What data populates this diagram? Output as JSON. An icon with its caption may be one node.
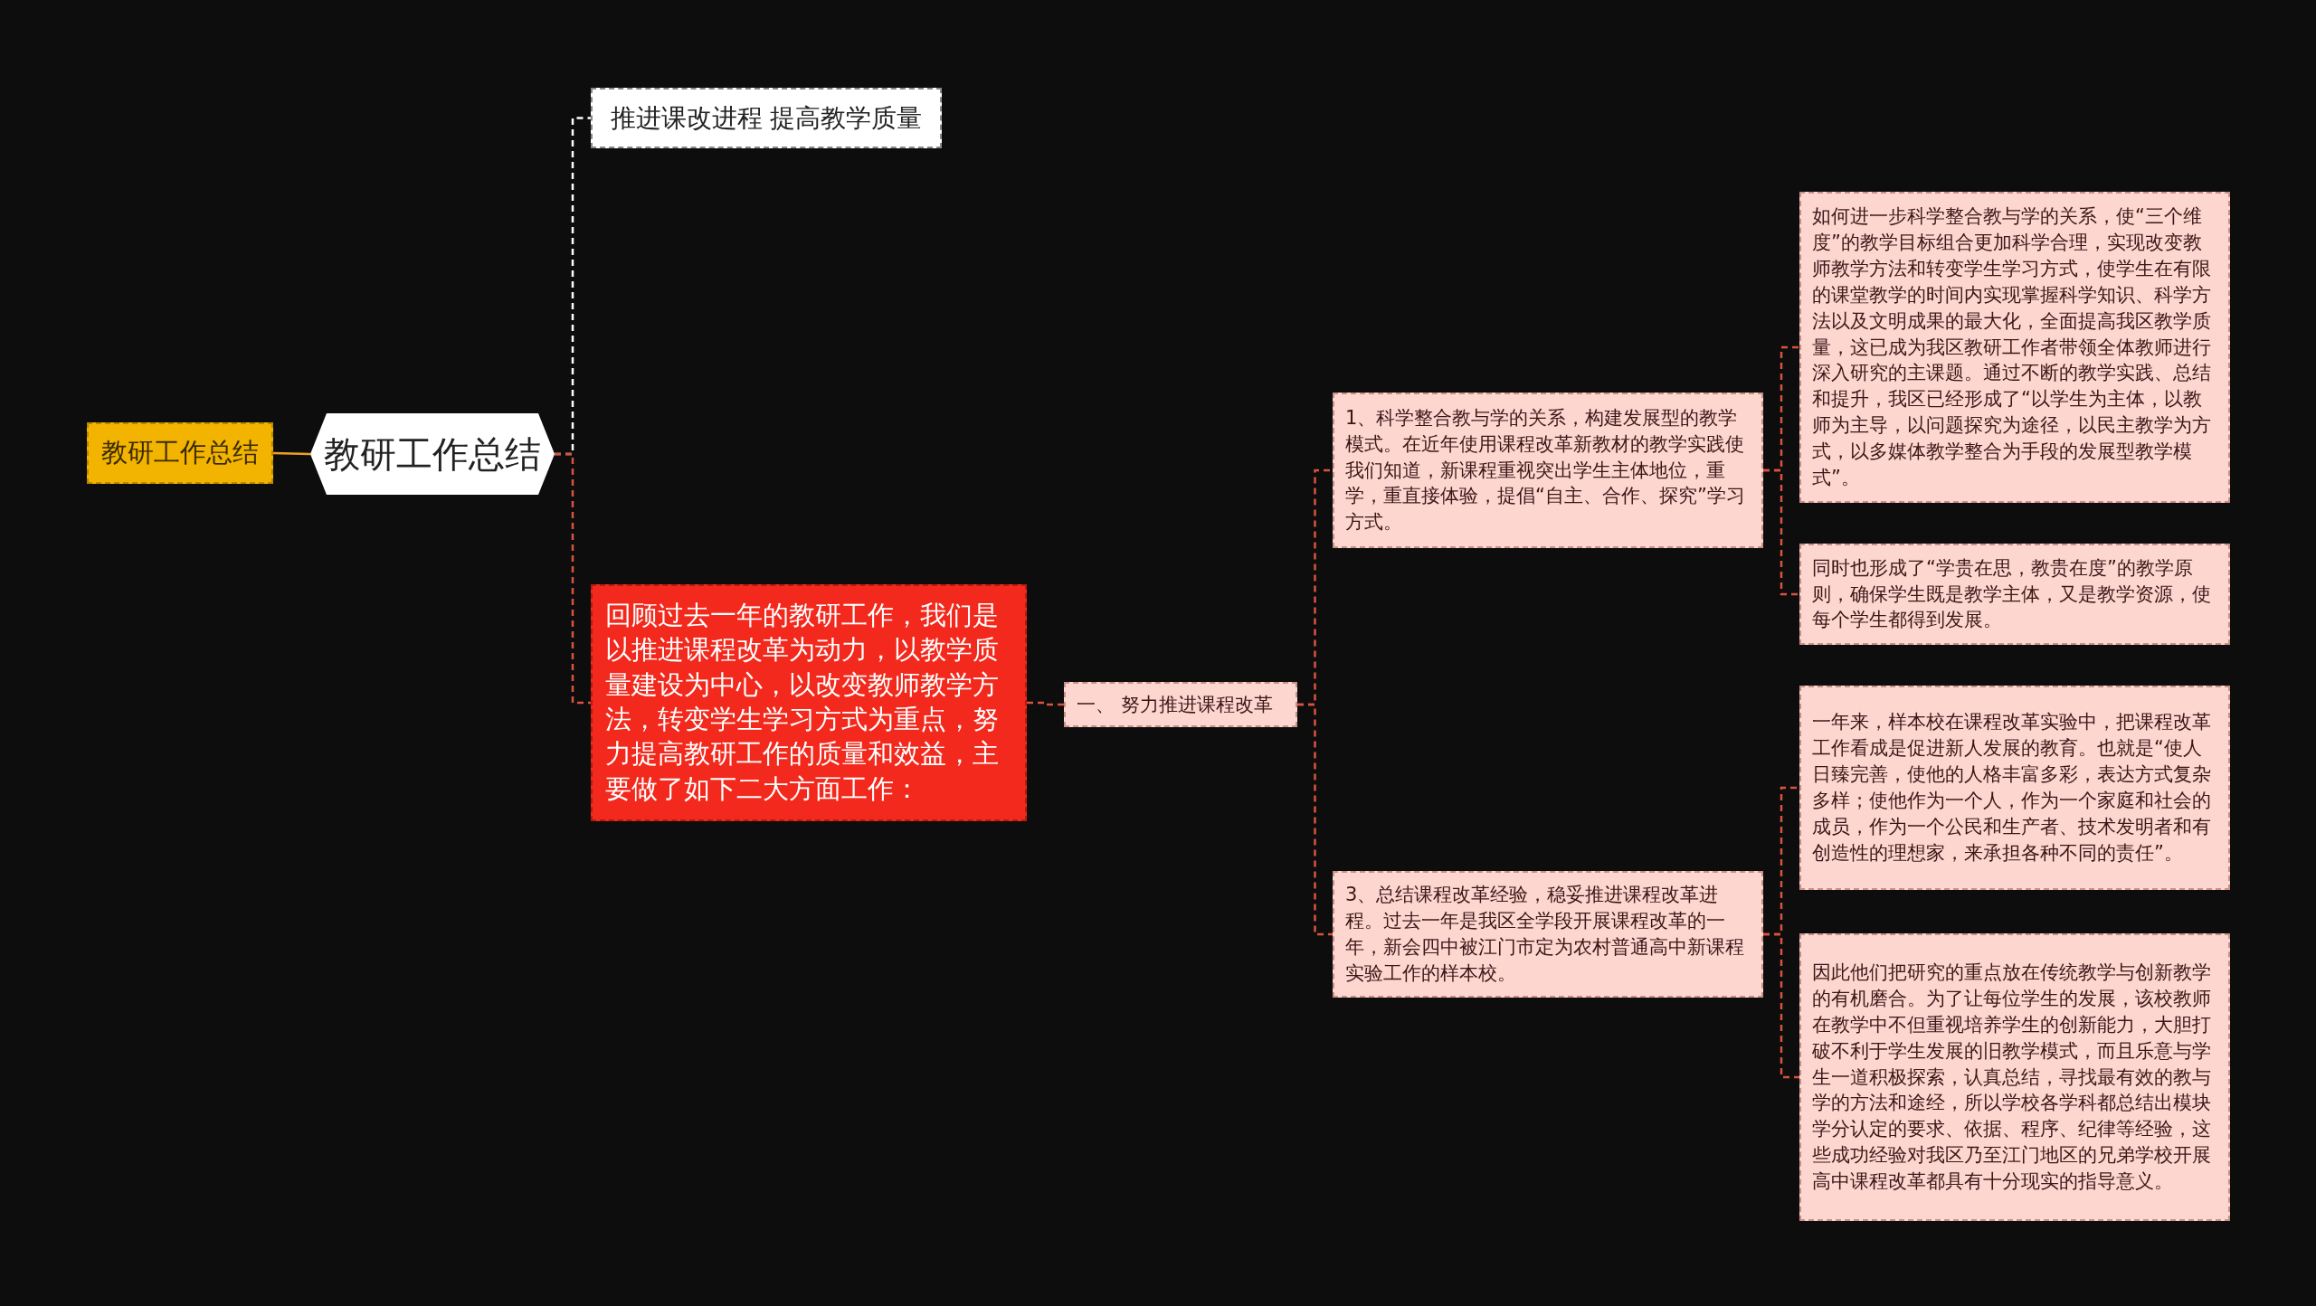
{
  "diagram": {
    "nodes": [
      {
        "text": [
          "教研工作总结"
        ]
      },
      {
        "text": [
          "教研工作总结"
        ]
      },
      {
        "text": [
          "推进课改进程 提高教学质量"
        ]
      },
      {
        "text": [
          "回顾过去一年的教研工作，我们是以推进课程改革为动力，以教学质量建设为中心，以改变教师教学方法，转变学生学习方式为重点，努力提高教研工作的质量和效益，主要做了如下二大方面工作："
        ]
      },
      {
        "text": [
          "一、 努力推进课程改革"
        ]
      },
      {
        "text": [
          "1、科学整合教与学的关系，构建发展型的教学模式。在近年使用课程改革新教材的教学实践使我们知道，新课程重视突出学生主体地位，重学，重直接体验，提倡“自主、合作、探究”学习方式。"
        ]
      },
      {
        "text": [
          "如何进一步科学整合教与学的关系，使“三个维度”的教学目标组合更加科学合理，实现改变教师教学方法和转变学生学习方式，使学生在有限的课堂教学的时间内实现掌握科学知识、科学方法以及文明成果的最大化，全面提高我区教学质量，这已成为我区教研工作者带领全体教师进行深入研究的主课题。通过不断的教学实践、总结和提升，我区已经形成了“以学生为主体，以教师为主导，以问题探究为途径，以民主教学为方式，以多媒体教学整合为手段的发展型教学模式”。"
        ]
      },
      {
        "text": [
          "同时也形成了“学贵在思，教贵在度”的教学原则，确保学生既是教学主体，又是教学资源，使每个学生都得到发展。"
        ]
      },
      {
        "text": [
          "3、总结课程改革经验，稳妥推进课程改革进程。过去一年是我区全学段开展课程改革的一年，新会四中被江门市定为农村普通高中新课程实验工作的样本校。"
        ]
      },
      {
        "text": [
          "一年来，样本校在课程改革实验中，把课程改革工作看成是促进新人发展的教育。也就是“使人日臻完善，使他的人格丰富多彩，表达方式复杂多样；使他作为一个人，作为一个家庭和社会的成员，作为一个公民和生产者、技术发明者和有创造性的理想家，来承担各种不同的责任”。"
        ]
      },
      {
        "text": [
          "因此他们把研究的重点放在传统教学与创新教学的有机磨合。为了让每位学生的发展，该校教师在教学中不但重视培养学生的创新能力，大胆打破不利于学生发展的旧教学模式，而且乐意与学生一道积极探索，认真总结，寻找最有效的教与学的方法和途经，所以学校各学科都总结出模块学分认定的要求、依据、程序、纪律等经验，这些成功经验对我区乃至江门地区的兄弟学校开展高中课程改革都具有十分现实的指导意义。"
        ]
      }
    ],
    "edges": [
      {
        "from": 0,
        "to": 1,
        "arrow": "none",
        "color": "#f0a020"
      },
      {
        "from": 1,
        "to": 2,
        "arrow": "none",
        "style": "dashed",
        "color": "#ffffff"
      },
      {
        "from": 1,
        "to": 3,
        "arrow": "none",
        "style": "dashed"
      },
      {
        "from": 3,
        "to": 4,
        "arrow": "none",
        "style": "dashed"
      },
      {
        "from": 4,
        "to": 5,
        "arrow": "none",
        "style": "dashed"
      },
      {
        "from": 4,
        "to": 8,
        "arrow": "none",
        "style": "dashed"
      },
      {
        "from": 5,
        "to": 6,
        "arrow": "none",
        "style": "dashed"
      },
      {
        "from": 5,
        "to": 7,
        "arrow": "none",
        "style": "dashed"
      },
      {
        "from": 8,
        "to": 9,
        "arrow": "none",
        "style": "dashed"
      },
      {
        "from": 8,
        "to": 10,
        "arrow": "none",
        "style": "dashed"
      }
    ]
  }
}
